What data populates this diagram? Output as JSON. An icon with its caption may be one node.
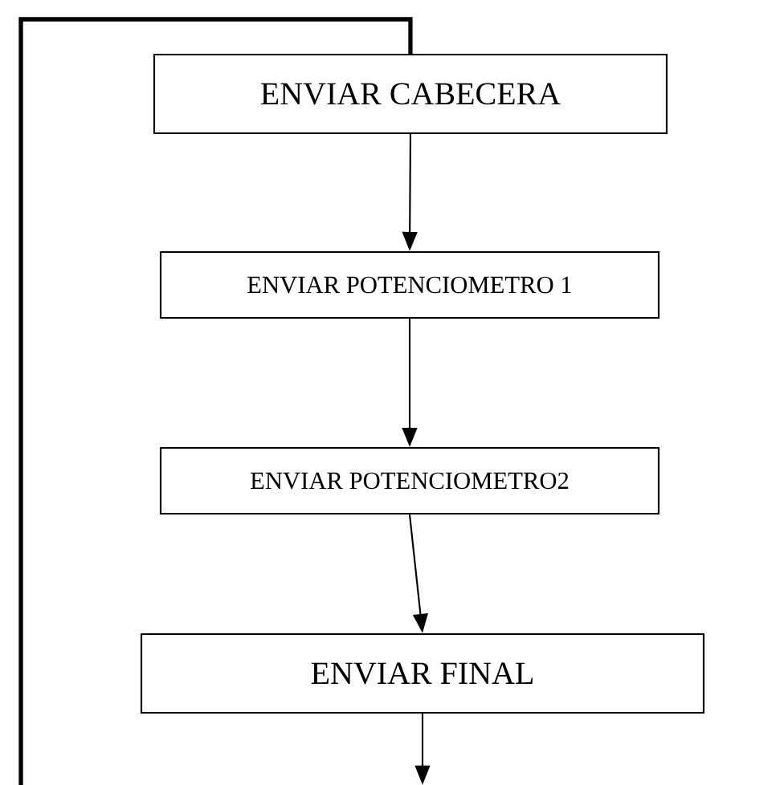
{
  "diagram": {
    "nodes": [
      {
        "text": [
          "ENVIAR CABECERA"
        ]
      },
      {
        "text": [
          "ENVIAR POTENCIOMETRO 1"
        ]
      },
      {
        "text": [
          "ENVIAR POTENCIOMETRO2"
        ]
      },
      {
        "text": [
          "ENVIAR FINAL"
        ]
      }
    ],
    "edges": [
      {
        "from": 0,
        "to": 1,
        "arrow": "to"
      },
      {
        "from": 1,
        "to": 2,
        "arrow": "to"
      },
      {
        "from": 2,
        "to": 3,
        "arrow": "to"
      },
      {
        "from": 3,
        "to": null,
        "arrow": "to"
      },
      {
        "from": null,
        "to": 0,
        "arrow": "none",
        "style": "thick"
      }
    ]
  }
}
